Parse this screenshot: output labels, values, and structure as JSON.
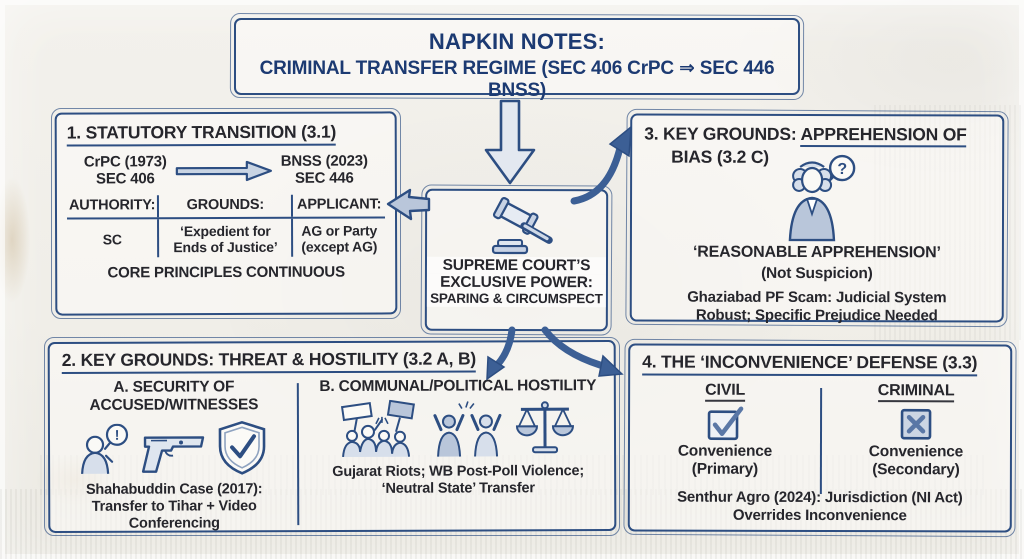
{
  "colors": {
    "ink": "#2d4e82",
    "charcoal": "#26262c",
    "title_navy": "#1c3a72",
    "paper": "#f1efe9",
    "arrow_fill": "#c9d4e3"
  },
  "title": {
    "line1": "NAPKIN NOTES:",
    "line2": "CRIMINAL TRANSFER REGIME (SEC 406 CrPC ⇒ SEC 446 BNSS)"
  },
  "center": {
    "icon": "gavel-icon",
    "line1": "SUPREME COURT’S",
    "line2": "EXCLUSIVE POWER:",
    "line3": "SPARING & CIRCUMSPECT"
  },
  "box1": {
    "title": "1. STATUTORY TRANSITION (3.1)",
    "from_line1": "CrPC (1973)",
    "from_line2": "SEC 406",
    "arrow_icon": "right-block-arrow-icon",
    "to_line1": "BNSS (2023)",
    "to_line2": "SEC 446",
    "table": {
      "headers": [
        "AUTHORITY:",
        "GROUNDS:",
        "APPLICANT:"
      ],
      "values_line1": [
        "SC",
        "‘Expedient for",
        "AG or Party"
      ],
      "values_line2": [
        "",
        "Ends of Justice’",
        "(except AG)"
      ]
    },
    "footer": "CORE PRINCIPLES CONTINUOUS"
  },
  "box2": {
    "title": "2. KEY GROUNDS: THREAT & HOSTILITY (3.2 A, B)",
    "section_a": {
      "heading_line1": "A. SECURITY OF",
      "heading_line2": "ACCUSED/WITNESSES",
      "icons": [
        "person-alert-icon",
        "pistol-icon",
        "shield-check-icon"
      ],
      "note_line1": "Shahabuddin Case (2017):",
      "note_line2": "Transfer to Tihar + Video Conferencing"
    },
    "section_b": {
      "heading": "B. COMMUNAL/POLITICAL HOSTILITY",
      "icons": [
        "protest-signs-icon",
        "raised-arms-crowd-icon",
        "scales-icon"
      ],
      "note_line1": "Gujarat Riots; WB Post-Poll Violence;",
      "note_line2": "‘Neutral State’ Transfer"
    }
  },
  "box3": {
    "title_pre": "3. KEY GROUNDS: ",
    "title_underlined": "APPREHENSION OF",
    "title_line2": "BIAS (3.2 C)",
    "icon": "judge-question-icon",
    "icon_glyphs": {
      "question_mark": "?"
    },
    "subtitle_line1": "‘REASONABLE APPREHENSION’",
    "subtitle_line2": "(Not Suspicion)",
    "note_line1": "Ghaziabad PF Scam: Judicial System",
    "note_line2": "Robust; Specific Prejudice Needed"
  },
  "box4": {
    "title": "4. THE ‘INCONVENIENCE’ DEFENSE (3.3)",
    "civil": {
      "heading": "CIVIL",
      "icon": "checkbox-check-icon",
      "line1": "Convenience",
      "line2": "(Primary)"
    },
    "criminal": {
      "heading": "CRIMINAL",
      "icon": "checkbox-x-icon",
      "line1": "Convenience",
      "line2": "(Secondary)"
    },
    "footer_line1": "Senthur Agro (2024): Jurisdiction (NI Act)",
    "footer_line2": "Overrides Inconvenience"
  },
  "icon_glyphs": {
    "exclamation": "!",
    "question": "?"
  }
}
